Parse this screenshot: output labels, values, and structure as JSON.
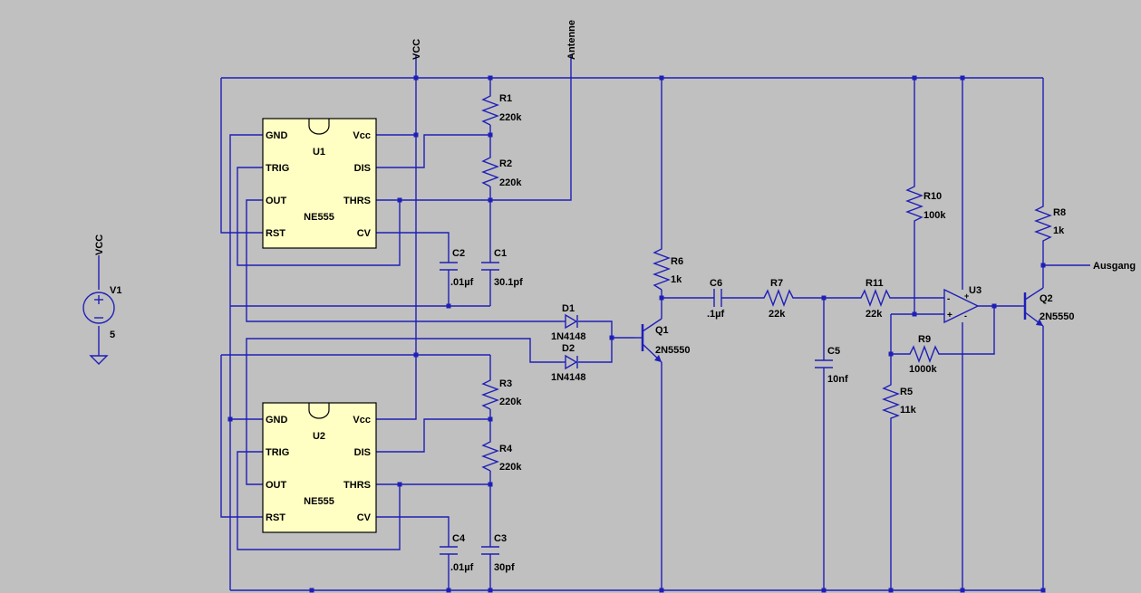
{
  "nets": {
    "vcc_top": "VCC",
    "antenne": "Antenne",
    "vcc_source": "VCC",
    "ausgang": "Ausgang"
  },
  "ics": [
    {
      "ref": "U1",
      "model": "NE555",
      "pins_left": [
        "GND",
        "TRIG",
        "OUT",
        "RST"
      ],
      "pins_right": [
        "Vcc",
        "DIS",
        "THRS",
        "CV"
      ]
    },
    {
      "ref": "U2",
      "model": "NE555",
      "pins_left": [
        "GND",
        "TRIG",
        "OUT",
        "RST"
      ],
      "pins_right": [
        "Vcc",
        "DIS",
        "THRS",
        "CV"
      ]
    }
  ],
  "components": {
    "V1": {
      "ref": "V1",
      "value": "5"
    },
    "R1": {
      "ref": "R1",
      "value": "220k"
    },
    "R2": {
      "ref": "R2",
      "value": "220k"
    },
    "R3": {
      "ref": "R3",
      "value": "220k"
    },
    "R4": {
      "ref": "R4",
      "value": "220k"
    },
    "R5": {
      "ref": "R5",
      "value": "11k"
    },
    "R6": {
      "ref": "R6",
      "value": "1k"
    },
    "R7": {
      "ref": "R7",
      "value": "22k"
    },
    "R8": {
      "ref": "R8",
      "value": "1k"
    },
    "R9": {
      "ref": "R9",
      "value": "1000k"
    },
    "R10": {
      "ref": "R10",
      "value": "100k"
    },
    "R11": {
      "ref": "R11",
      "value": "22k"
    },
    "C1": {
      "ref": "C1",
      "value": "30.1pf"
    },
    "C2": {
      "ref": "C2",
      "value": ".01µf"
    },
    "C3": {
      "ref": "C3",
      "value": "30pf"
    },
    "C4": {
      "ref": "C4",
      "value": ".01µf"
    },
    "C5": {
      "ref": "C5",
      "value": "10nf"
    },
    "C6": {
      "ref": "C6",
      "value": ".1µf"
    },
    "D1": {
      "ref": "D1",
      "value": "1N4148"
    },
    "D2": {
      "ref": "D2",
      "value": "1N4148"
    },
    "Q1": {
      "ref": "Q1",
      "value": "2N5550"
    },
    "Q2": {
      "ref": "Q2",
      "value": "2N5550"
    },
    "U3": {
      "ref": "U3",
      "value": ""
    }
  },
  "colors": {
    "background": "#c0c0c0",
    "wire": "#1f1fb8",
    "ic_fill": "#ffffc4"
  }
}
